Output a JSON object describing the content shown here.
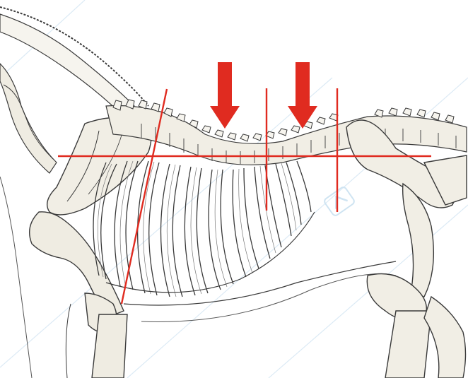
{
  "figure": {
    "subject": "horse-skeleton-thorax-lateral-view",
    "marker_color": "#e02b20",
    "bone_color": "#f3f1ea",
    "outline_color": "#3a3a3a",
    "watermark_color": "#cfe4f2"
  },
  "markers": {
    "arrows": [
      {
        "name": "arrow-withers-back"
      },
      {
        "name": "arrow-mid-back"
      }
    ],
    "lines": [
      {
        "name": "line-horizontal-spine"
      },
      {
        "name": "line-oblique-shoulder"
      },
      {
        "name": "line-vertical-mid"
      },
      {
        "name": "line-vertical-rear"
      }
    ]
  }
}
